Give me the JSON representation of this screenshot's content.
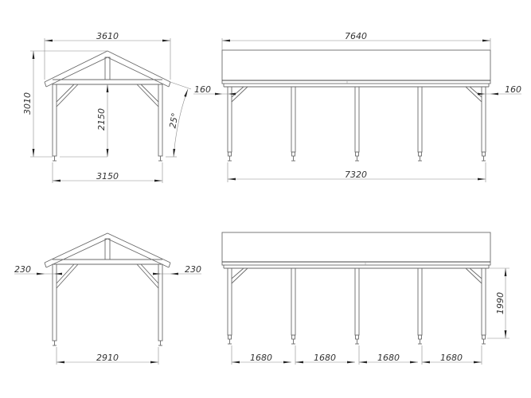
{
  "drawing": {
    "units": "mm",
    "background": "#ffffff",
    "line_color": "#6a6a6a"
  },
  "views": {
    "front_top": {
      "label": "front-elevation-upper",
      "overall_width": "3610",
      "overall_height": "3010",
      "clear_height": "2150",
      "post_span": "3150",
      "roof_pitch": "25°"
    },
    "side_top": {
      "label": "side-elevation-upper",
      "overall_length": "7640",
      "post_span": "7320",
      "overhang_left": "160",
      "overhang_right": "160"
    },
    "front_bottom": {
      "label": "front-elevation-lower",
      "offset_left": "230",
      "offset_right": "230",
      "post_span": "2910"
    },
    "side_bottom": {
      "label": "side-elevation-lower",
      "bay_spacings": [
        "1680",
        "1680",
        "1680",
        "1680"
      ],
      "post_height": "1990"
    }
  }
}
